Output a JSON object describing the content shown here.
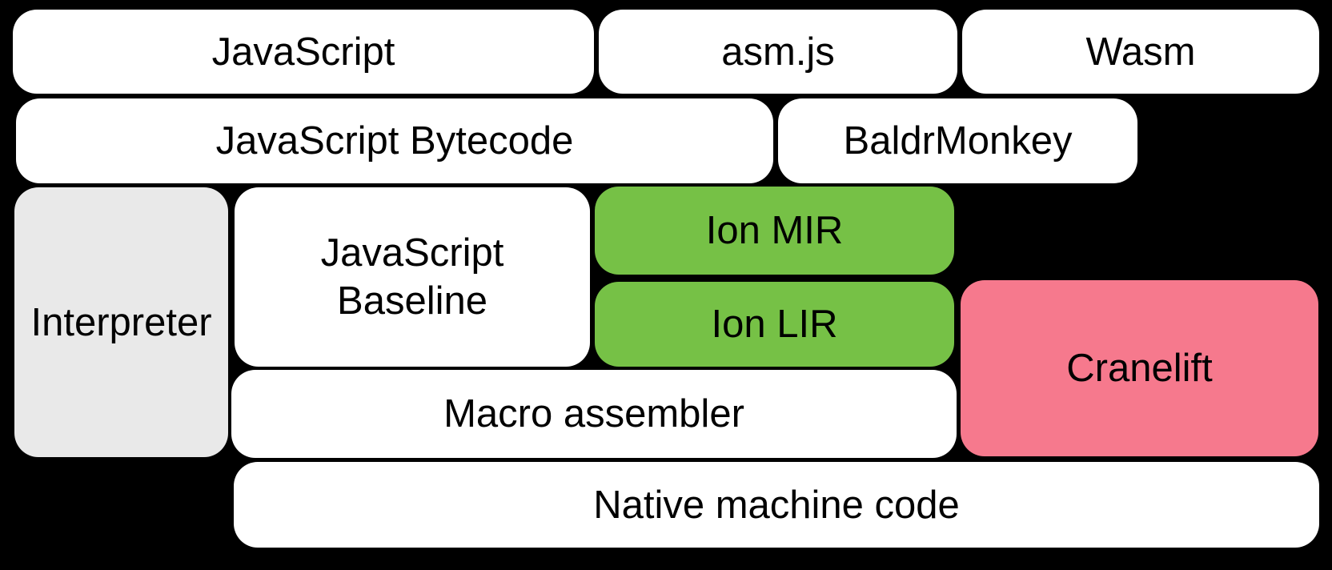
{
  "diagram": {
    "boxes": {
      "javascript": {
        "label": "JavaScript"
      },
      "asmjs": {
        "label": "asm.js"
      },
      "wasm": {
        "label": "Wasm"
      },
      "js_bytecode": {
        "label": "JavaScript Bytecode"
      },
      "baldrmonkey": {
        "label": "BaldrMonkey"
      },
      "interpreter": {
        "label": "Interpreter"
      },
      "js_baseline": {
        "label": "JavaScript Baseline",
        "lines": [
          "JavaScript",
          "Baseline"
        ]
      },
      "ion_mir": {
        "label": "Ion MIR"
      },
      "ion_lir": {
        "label": "Ion LIR"
      },
      "cranelift": {
        "label": "Cranelift"
      },
      "macro_assembler": {
        "label": "Macro assembler"
      },
      "native_machine_code": {
        "label": "Native machine code"
      }
    },
    "colors": {
      "background": "#000000",
      "box_default": "#ffffff",
      "box_interpreter": "#e9e9e9",
      "box_ion_green": "#76c146",
      "box_cranelift_pink": "#f6798d",
      "text": "#000000"
    }
  }
}
